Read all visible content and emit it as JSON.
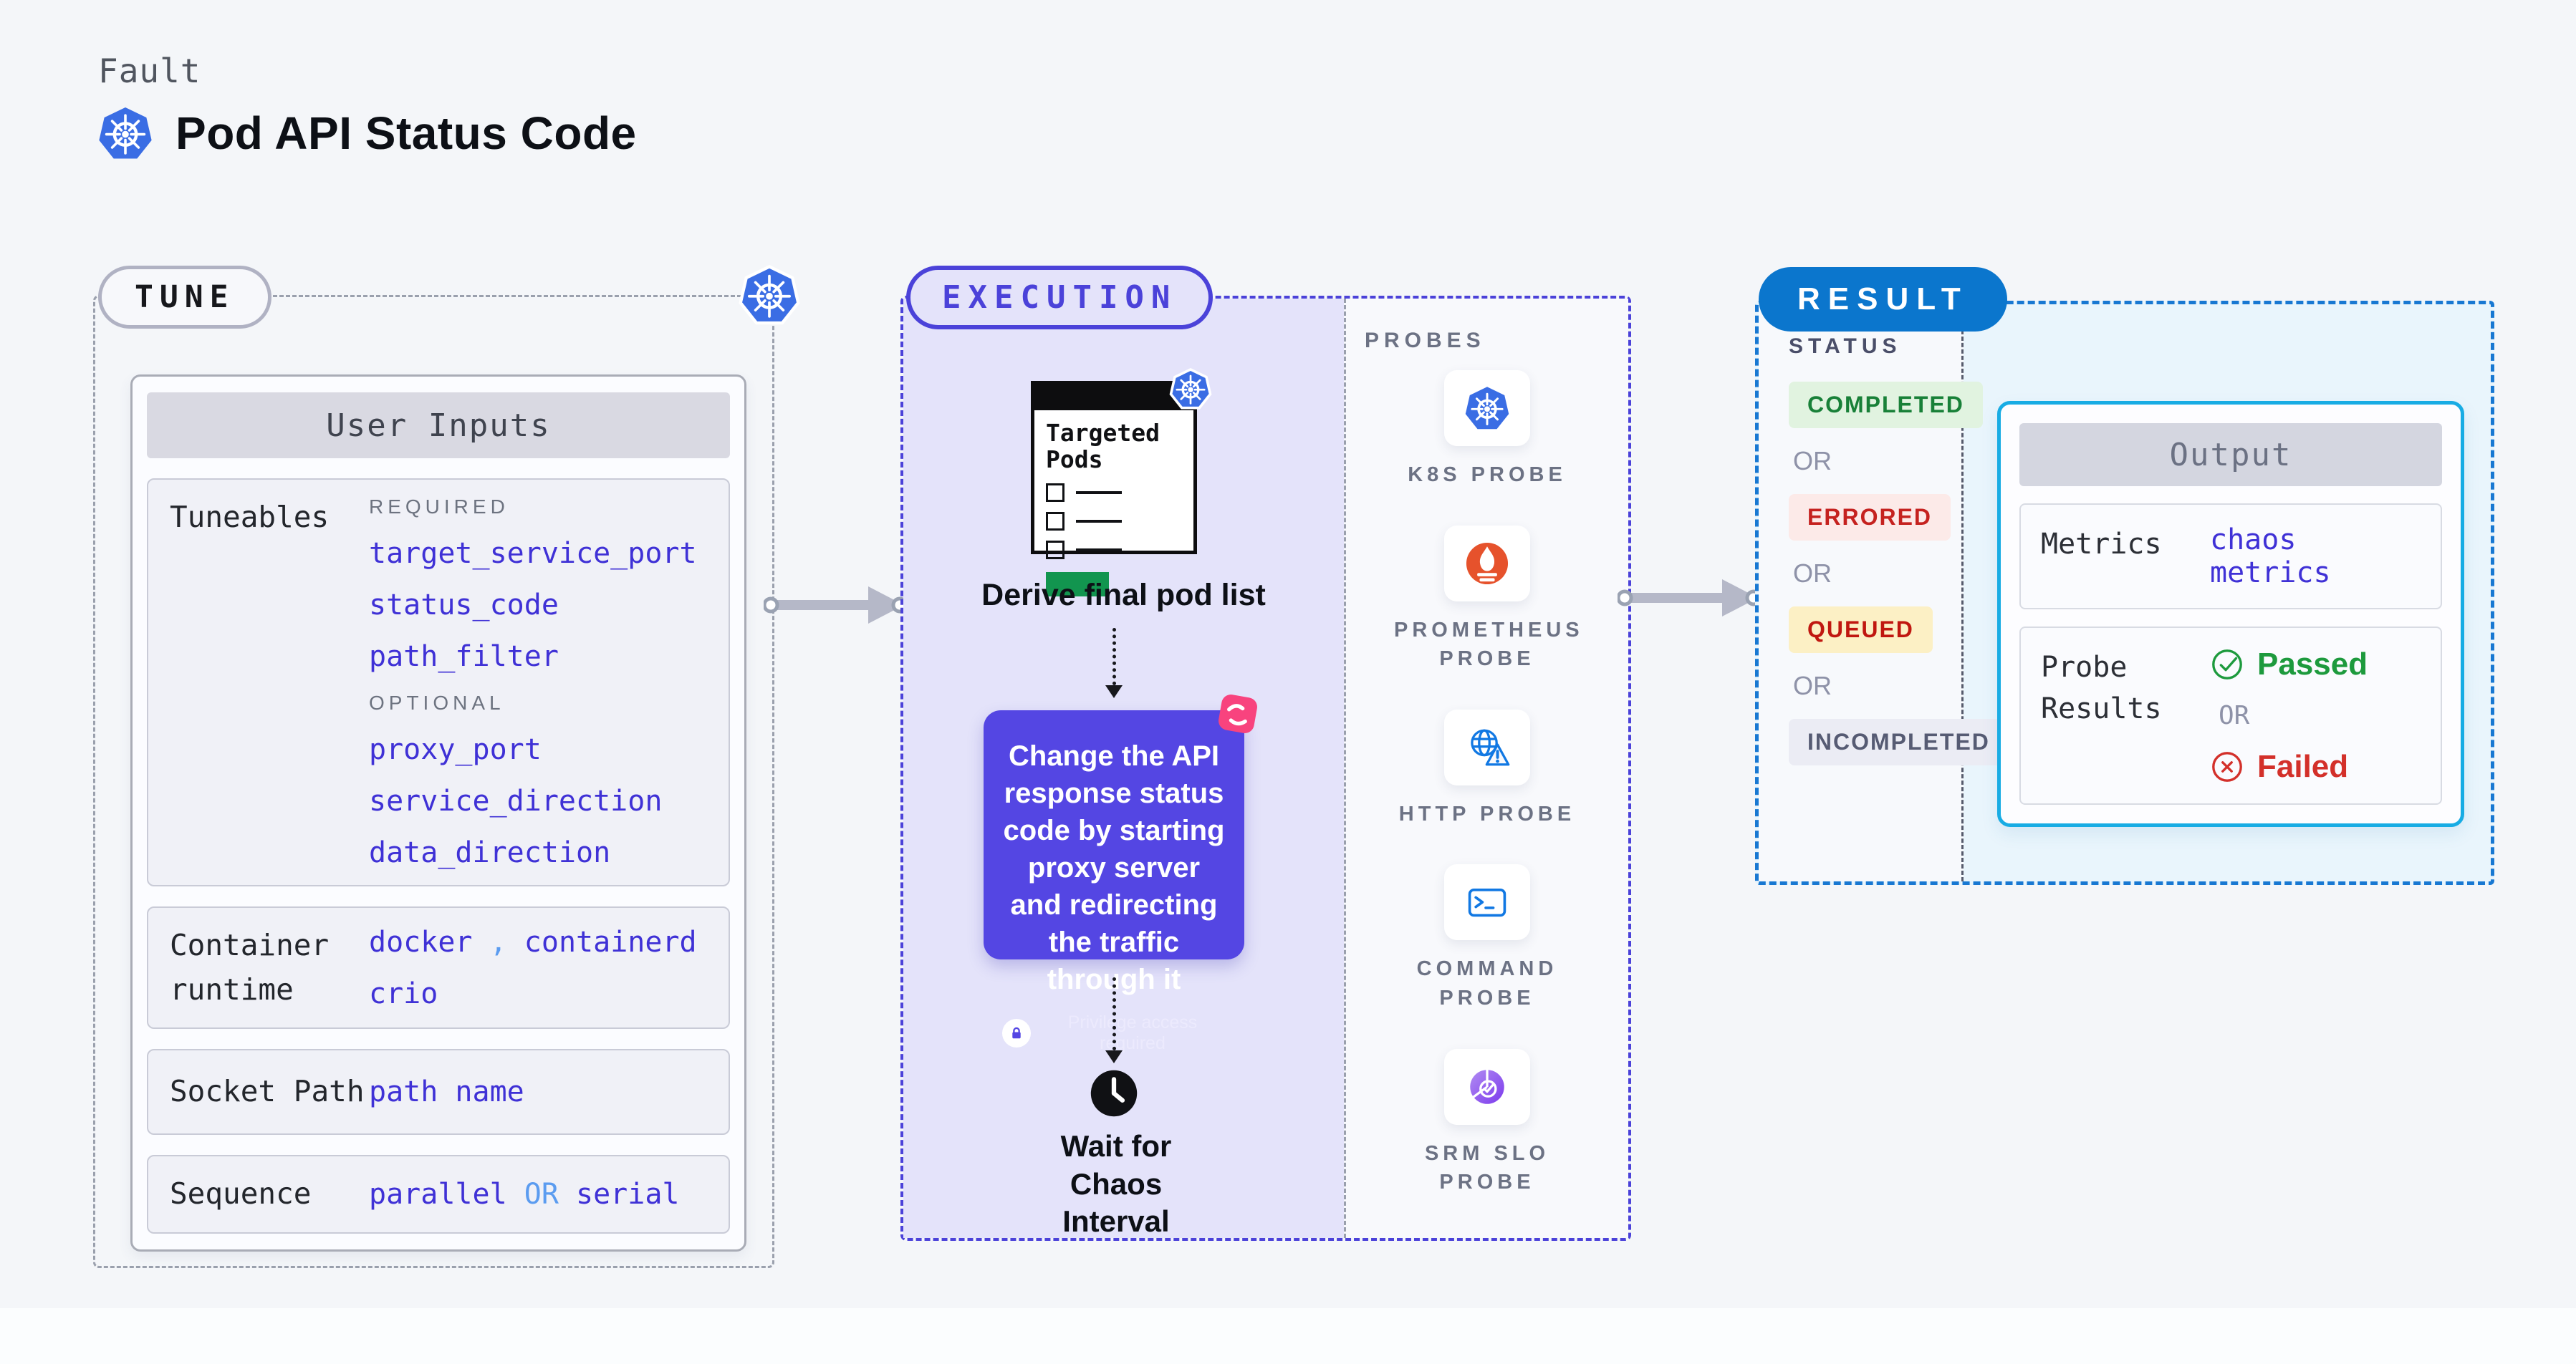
{
  "header": {
    "kicker": "Fault",
    "title": "Pod API Status Code"
  },
  "colors": {
    "k8s_blue": "#3a6de4",
    "accent_indigo": "#4b42d9",
    "accent_blue": "#0b76cd",
    "cyan_border": "#18ace4",
    "param_indigo": "#3f31d6",
    "or_light_blue": "#5b9cf0",
    "purple_card": "#5446e3",
    "pink_sticker": "#f8437e",
    "green": "#188038",
    "red": "#c5221f",
    "prometheus_orange": "#e6522c",
    "probe_blue": "#1178e3"
  },
  "tune": {
    "badge": "TUNE",
    "user_inputs_title": "User Inputs",
    "tuneables": {
      "label": "Tuneables",
      "required_label": "REQUIRED",
      "required": [
        "target_service_port",
        "status_code",
        "path_filter"
      ],
      "optional_label": "OPTIONAL",
      "optional": [
        "proxy_port",
        "service_direction",
        "data_direction"
      ]
    },
    "container_runtime": {
      "label": "Container runtime",
      "value1": "docker",
      "comma": ",",
      "value2": "containerd",
      "value3": "crio"
    },
    "socket_path": {
      "label": "Socket Path",
      "value": "path name"
    },
    "sequence": {
      "label": "Sequence",
      "value1": "parallel",
      "or": "OR",
      "value2": "serial"
    }
  },
  "execution": {
    "badge": "EXECUTION",
    "targeted_pods_title": "Targeted Pods",
    "derive_label": "Derive final pod list",
    "action_text": "Change the API response status code by starting proxy server and redirecting the traffic through it",
    "privilege_note": "Privilege access required",
    "wait_label": "Wait for Chaos Interval"
  },
  "probes": {
    "title": "PROBES",
    "items": [
      {
        "label": "K8S PROBE",
        "icon": "k8s-icon"
      },
      {
        "label": "PROMETHEUS PROBE",
        "icon": "prometheus-icon"
      },
      {
        "label": "HTTP PROBE",
        "icon": "http-globe-warning-icon"
      },
      {
        "label": "COMMAND PROBE",
        "icon": "terminal-icon"
      },
      {
        "label": "SRM SLO PROBE",
        "icon": "slo-pie-check-icon"
      }
    ]
  },
  "result": {
    "badge": "RESULT",
    "status_label": "STATUS",
    "or_label": "OR",
    "statuses": [
      {
        "label": "COMPLETED",
        "bg": "#e1f3e0",
        "color": "#188038"
      },
      {
        "label": "ERRORED",
        "bg": "#fceae8",
        "color": "#c5221f"
      },
      {
        "label": "QUEUED",
        "bg": "#fcf0c5",
        "color": "#c01710"
      },
      {
        "label": "INCOMPLETED",
        "bg": "#ebecf4",
        "color": "#565b73"
      }
    ],
    "output": {
      "title": "Output",
      "metrics_label": "Metrics",
      "metrics_value": "chaos metrics",
      "probe_results_label": "Probe Results",
      "passed": "Passed",
      "or": "OR",
      "failed": "Failed"
    }
  }
}
